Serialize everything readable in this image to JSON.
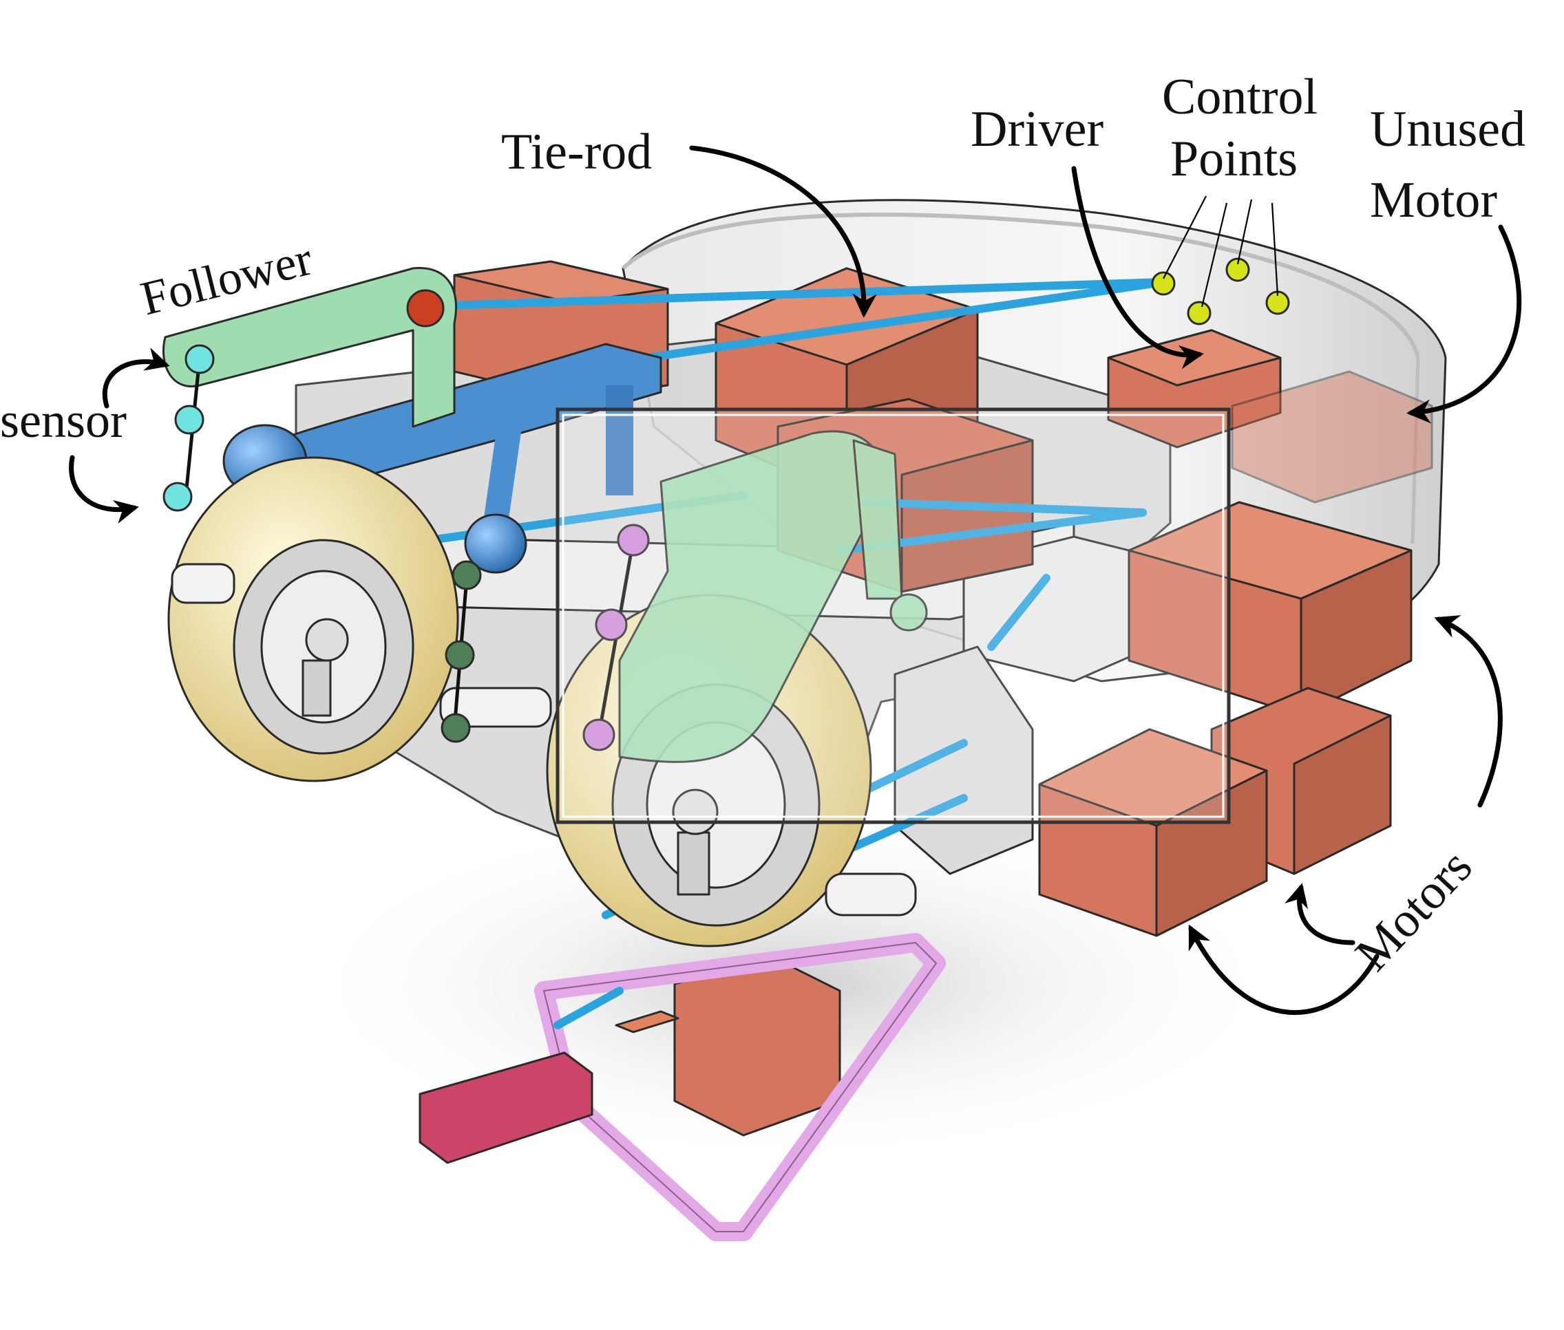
{
  "labels": {
    "tie_rod": "Tie-rod",
    "driver": "Driver",
    "control_points_line1": "Control",
    "control_points_line2": "Points",
    "unused_motor_line1": "Unused",
    "unused_motor_line2": "Motor",
    "follower": "Follower",
    "sensor": "sensor",
    "motors": "Motors"
  },
  "colors": {
    "motor": "#d4765d",
    "motor_dark": "#a9523d",
    "follower": "#9fdcb0",
    "driver_link": "#4a8fd0",
    "tie_rod": "#2aa3de",
    "wheel": "#f1e2a0",
    "chassis": "#e3e3e3",
    "shell": "#efefef",
    "joint_red": "#cc4022",
    "point_cyan": "#6fe3e0",
    "point_dark_green": "#4e7f57",
    "point_purple": "#cc8ad9",
    "point_yellow": "#d6e21a",
    "mount_pink": "#e2a8e8",
    "mount_red": "#cc4468",
    "highlight_frame": "#333333"
  }
}
